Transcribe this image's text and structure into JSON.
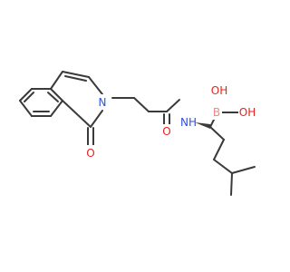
{
  "molecule": {
    "atoms": {
      "n_ring": {
        "symbol": "N",
        "color": "#2f50e0"
      },
      "o_ring": {
        "symbol": "O",
        "color": "#e8211c"
      },
      "nh": {
        "symbol": "NH",
        "color": "#2f50e0"
      },
      "o_amide": {
        "symbol": "O",
        "color": "#e8211c"
      },
      "b": {
        "symbol": "B",
        "color": "#ee8888"
      },
      "oh1": {
        "symbol": "OH",
        "color": "#e8211c"
      },
      "oh2": {
        "symbol": "OH",
        "color": "#e8211c"
      }
    },
    "bond_color": "#3a3a3a"
  }
}
